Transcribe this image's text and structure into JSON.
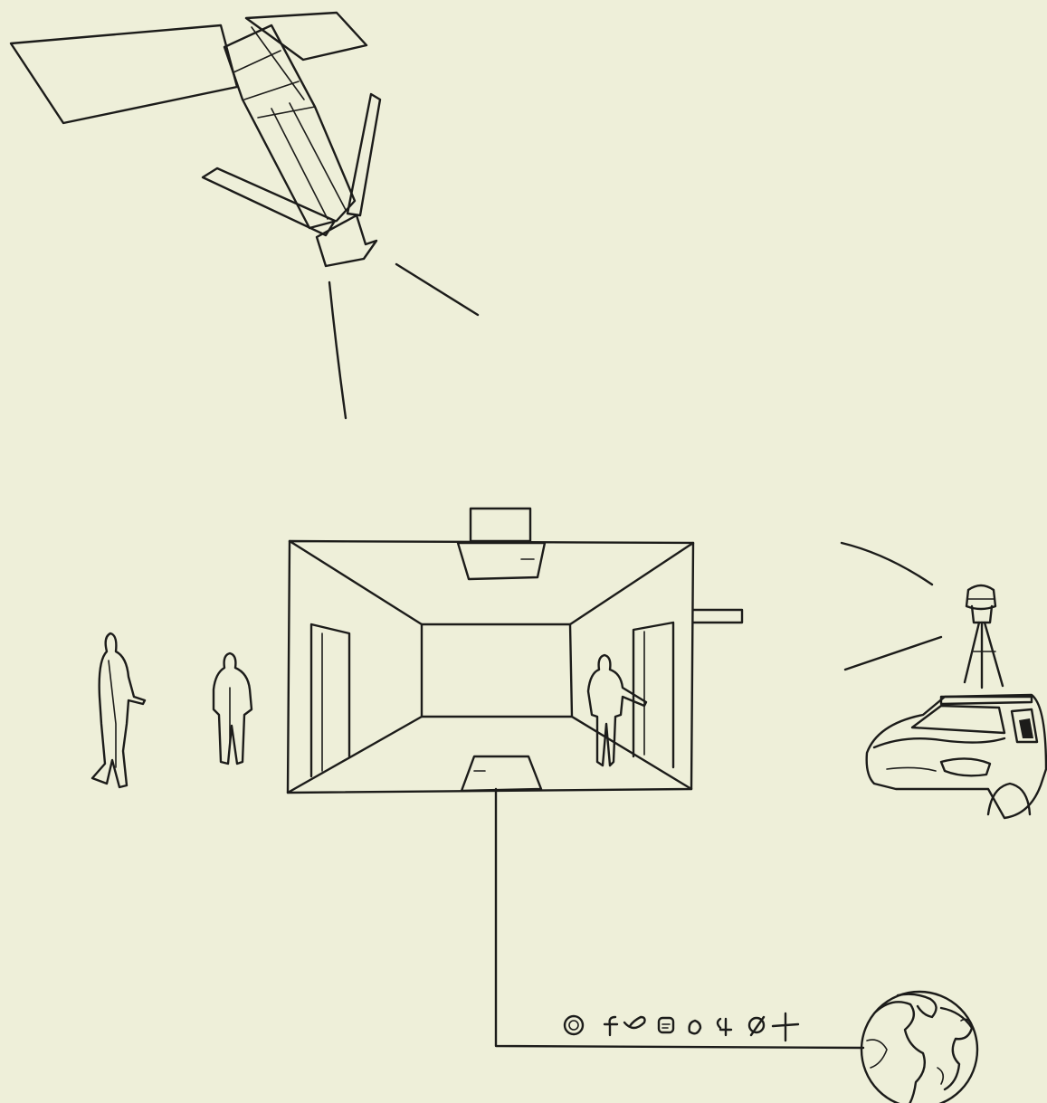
{
  "diagram": {
    "background_color": "#EEEFD9",
    "ink_color": "#1C1C1A",
    "elements": [
      "satellite",
      "signal-lines",
      "room-perspective",
      "people-figures",
      "street-view-car",
      "network-cable",
      "social-media-icons",
      "globe"
    ]
  }
}
